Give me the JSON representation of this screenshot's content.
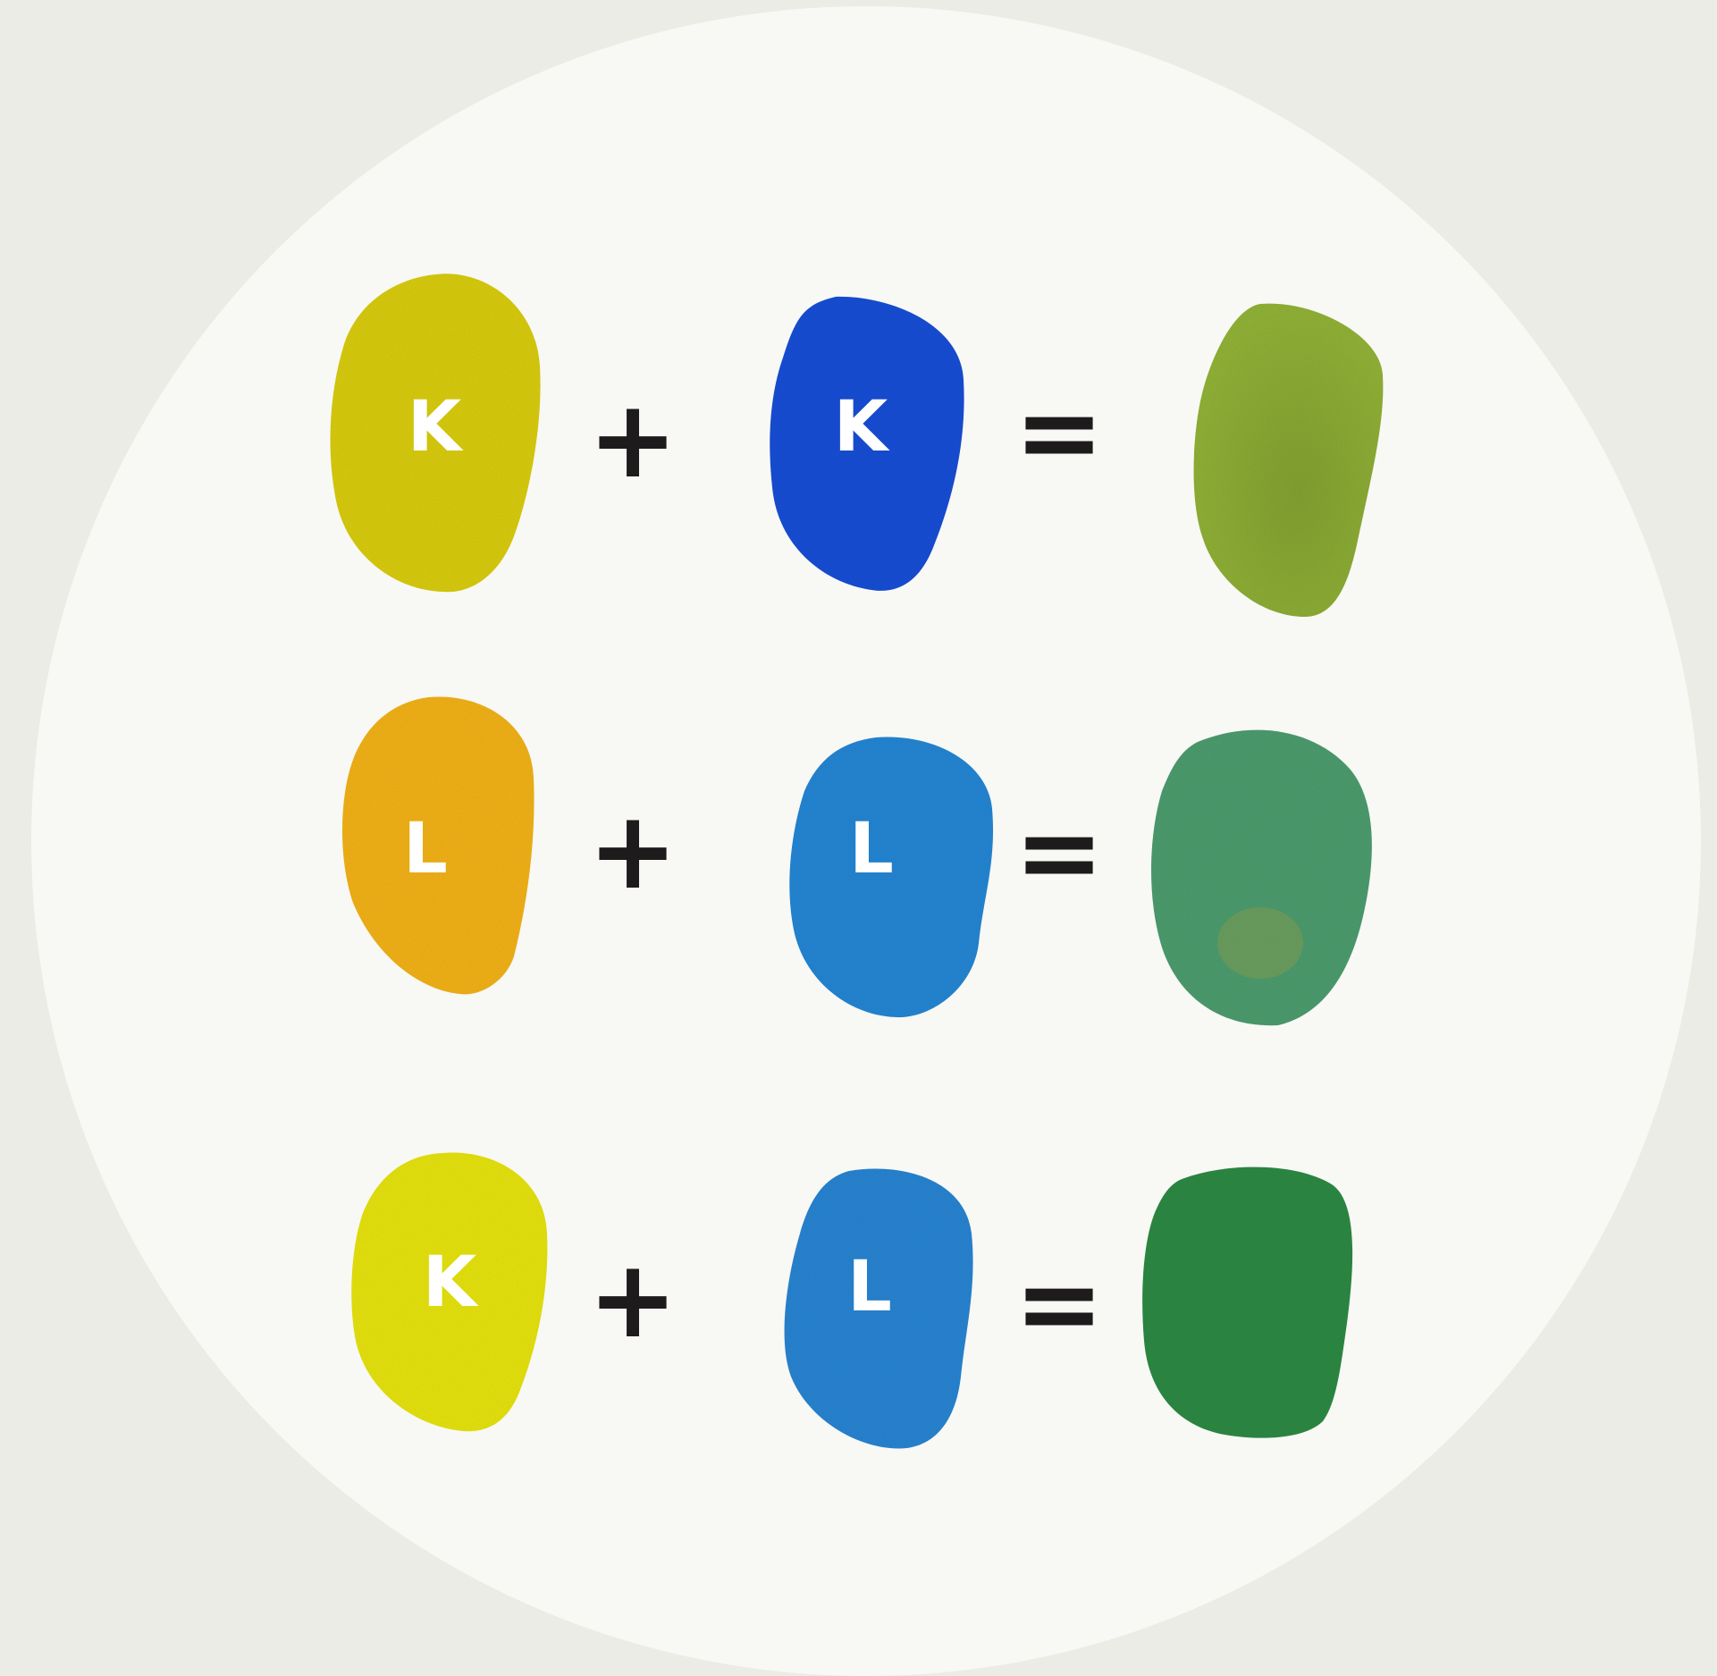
{
  "rows": [
    {
      "first": {
        "label": "K",
        "color": "#d9cc12"
      },
      "operator_plus": "+",
      "second": {
        "label": "K",
        "color": "#1f4fd6"
      },
      "operator_equals": "=",
      "result": {
        "color": "#92b338"
      }
    },
    {
      "first": {
        "label": "L",
        "color": "#f2b21c"
      },
      "operator_plus": "+",
      "second": {
        "label": "L",
        "color": "#2686d4"
      },
      "operator_equals": "=",
      "result": {
        "color": "#4e9c6e"
      }
    },
    {
      "first": {
        "label": "K",
        "color": "#e6e312"
      },
      "operator_plus": "+",
      "second": {
        "label": "L",
        "color": "#2b84d2"
      },
      "operator_equals": "=",
      "result": {
        "color": "#2e8a45"
      }
    }
  ]
}
